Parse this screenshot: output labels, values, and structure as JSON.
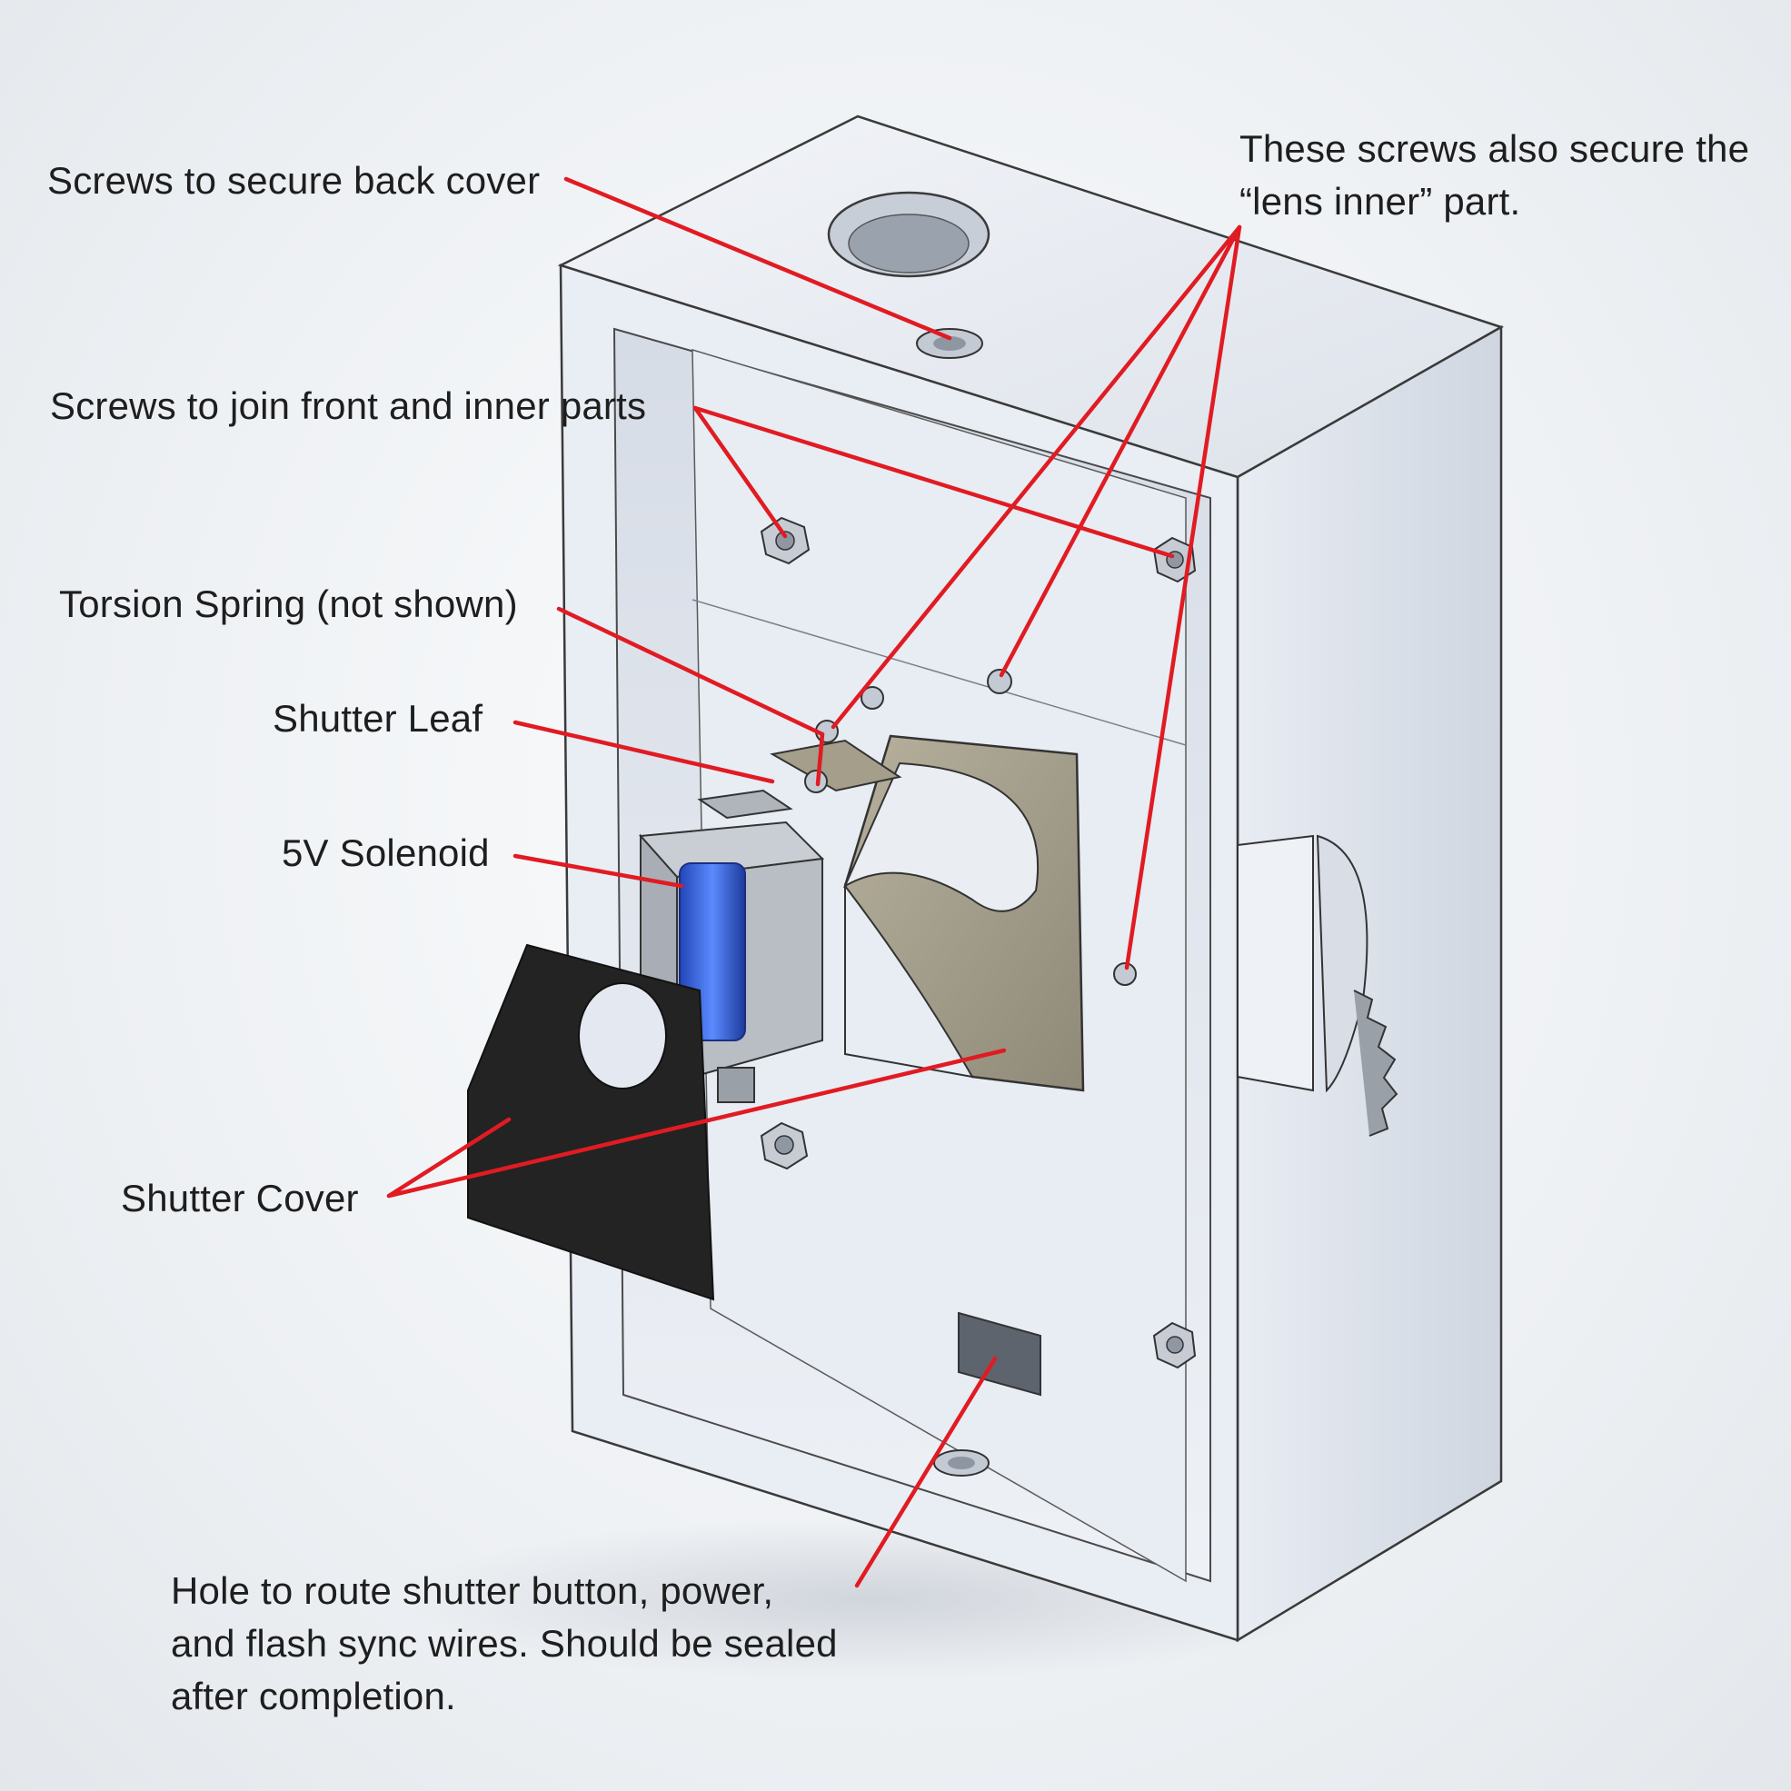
{
  "colors": {
    "leader_line": "#e11b22",
    "housing": "#e4e8f0",
    "housing_edge": "#3a3a3a",
    "shutter_leaf": "#a8a290",
    "shutter_cover": "#232323",
    "solenoid_coil": "#3d6fe0",
    "solenoid_frame": "#b9b9bf",
    "text": "#1e1e1e"
  },
  "labels": {
    "back_cover_screws": "Screws to secure back cover",
    "lens_inner_screws": "These screws also secure the\n“lens inner” part.",
    "join_screws": "Screws to join front and inner parts",
    "torsion_spring": "Torsion Spring (not shown)",
    "shutter_leaf": "Shutter Leaf",
    "solenoid": "5V Solenoid",
    "shutter_cover": "Shutter Cover",
    "wire_hole": "Hole to route shutter button, power,\nand flash sync wires. Should be sealed\nafter completion."
  },
  "icons": [
    "screw-icon",
    "hex-nut-icon",
    "solenoid-icon",
    "shutter-leaf-icon",
    "shutter-cover-icon",
    "gear-knob-icon"
  ]
}
